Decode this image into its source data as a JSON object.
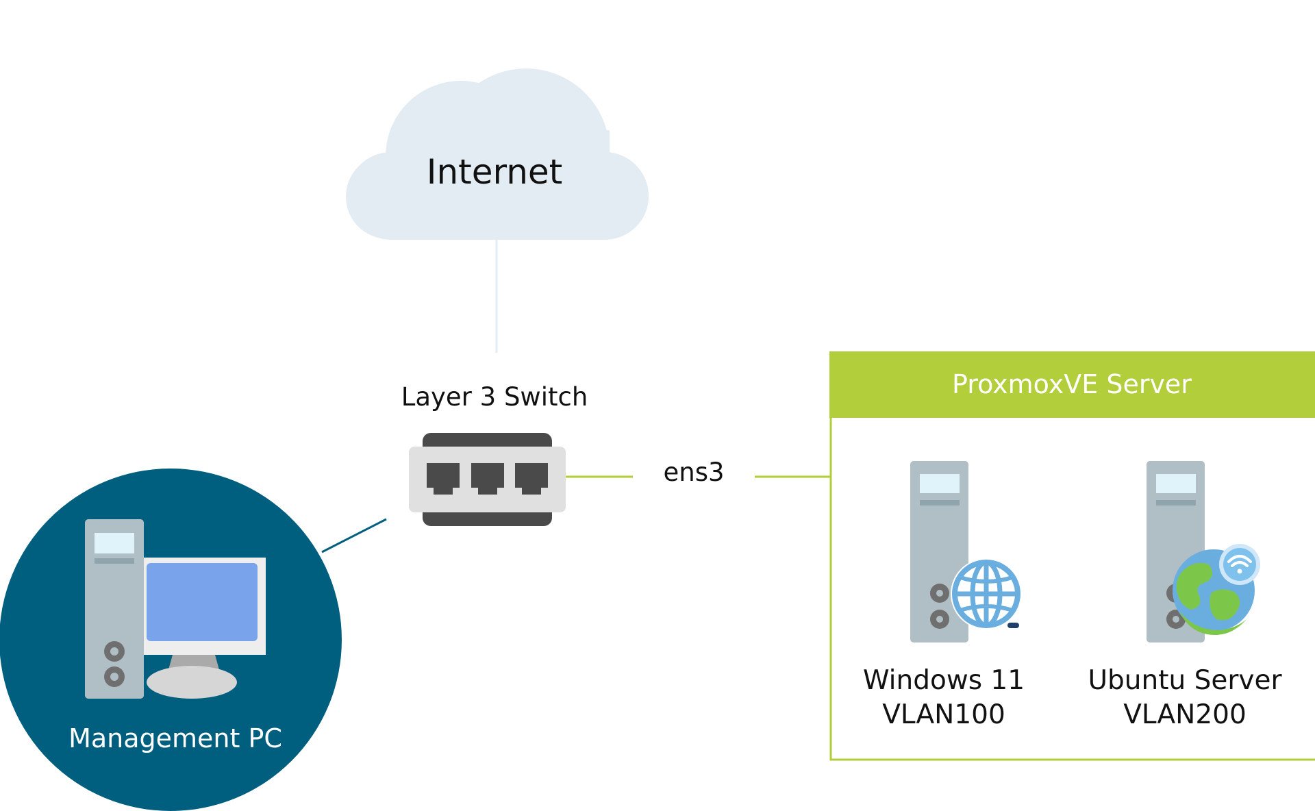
{
  "nodes": {
    "internet": {
      "label": "Internet"
    },
    "switch": {
      "label": "Layer 3 Switch"
    },
    "management_pc": {
      "label": "Management PC"
    },
    "server": {
      "title": "ProxmoxVE Server"
    },
    "vm_windows": {
      "name": "Windows 11",
      "vlan": "VLAN100"
    },
    "vm_ubuntu": {
      "name": "Ubuntu Server",
      "vlan": "VLAN200"
    }
  },
  "links": {
    "switch_to_server": {
      "label": "ens3"
    }
  },
  "colors": {
    "cloud": "#e3ecf2",
    "management_circle": "#005f7f",
    "server_accent": "#b2ce3a",
    "tower": "#b0bec5",
    "switch_body": "#e0e0e0",
    "switch_dark": "#4a4a4a",
    "globe": "#6aaee0",
    "earth_land": "#7cc74a"
  },
  "icons": {
    "cloud": "cloud-icon",
    "switch": "network-switch-icon",
    "desktop": "desktop-computer-icon",
    "windows_server": "server-tower-icon",
    "windows_badge": "globe-icon",
    "ubuntu_server": "server-tower-icon",
    "ubuntu_badge": "earth-wifi-icon"
  }
}
